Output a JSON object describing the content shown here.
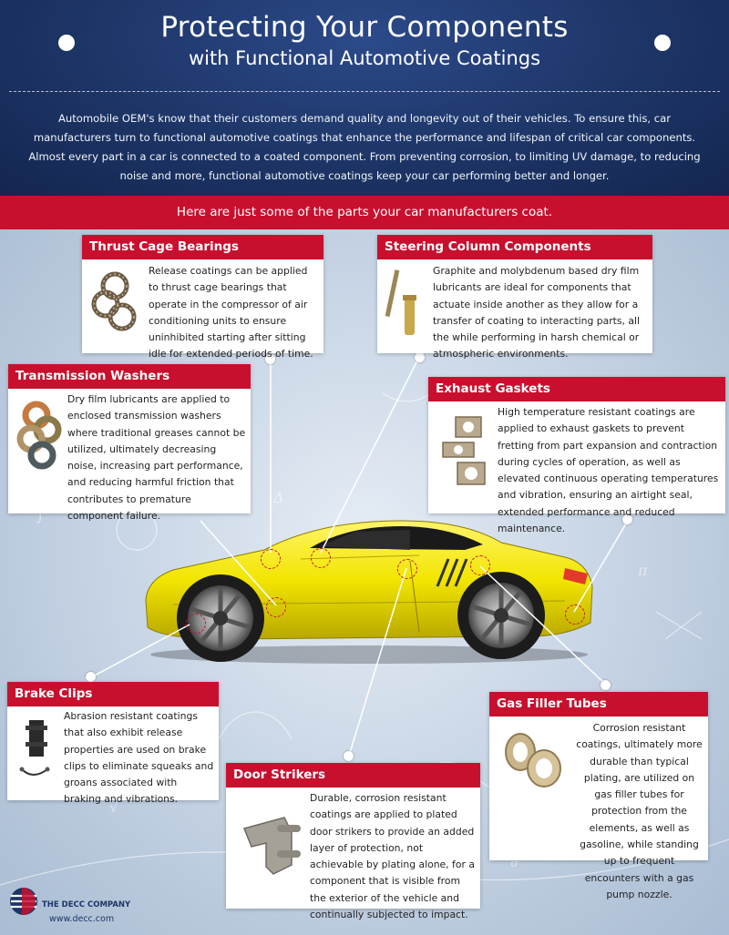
{
  "header": {
    "title_line1": "Protecting Your Components",
    "title_line2": "with Functional Automotive Coatings",
    "intro": "Automobile OEM's know that their customers demand quality and longevity out of their vehicles. To ensure this, car manufacturers turn to functional automotive coatings that enhance the performance and lifespan of critical car components. Almost every part in a car is connected to a coated component. From preventing corrosion, to limiting UV damage, to reducing noise and more, functional automotive coatings keep your car performing better and longer."
  },
  "banner": {
    "text": "Here are just some of the parts your car manufacturers coat."
  },
  "colors": {
    "navy": "#1d3566",
    "red": "#c8102e",
    "car_yellow": "#f2e500"
  },
  "parts": {
    "thrust": {
      "title": "Thrust Cage Bearings",
      "body": "Release coatings can be applied to thrust cage bearings that operate in the compressor of air conditioning units to ensure uninhibited starting after sitting idle for extended periods of time.",
      "icon": "thrust-bearing-icon"
    },
    "steering": {
      "title": "Steering Column Components",
      "body": "Graphite and molybdenum based dry film lubricants are ideal for components that actuate inside another as they allow for a transfer of coating to interacting parts, all the while performing in harsh chemical or atmospheric environments.",
      "icon": "steering-shaft-icon"
    },
    "washers": {
      "title": "Transmission Washers",
      "body": "Dry film lubricants are applied to enclosed transmission washers where traditional greases cannot be utilized, ultimately decreasing noise, increasing part performance, and reducing harmful friction that contributes to premature component failure.",
      "icon": "washers-icon"
    },
    "exhaust": {
      "title": "Exhaust Gaskets",
      "body": "High temperature resistant coatings are applied to exhaust gaskets to prevent fretting from part expansion and contraction during cycles of operation, as well as elevated continuous operating temperatures and vibration, ensuring an airtight seal, extended performance and reduced maintenance.",
      "icon": "gasket-icon"
    },
    "brake": {
      "title": "Brake Clips",
      "body": "Abrasion resistant coatings that also exhibit release properties are used on brake clips to eliminate squeaks and groans associated with braking and vibrations.",
      "icon": "brake-clip-icon"
    },
    "gasfiller": {
      "title": "Gas Filler Tubes",
      "body": "Corrosion resistant coatings, ultimately more durable than typical plating, are utilized on gas filler tubes for protection from the elements, as well as gasoline, while standing up to frequent encounters with a gas pump nozzle.",
      "icon": "filler-tube-icon"
    },
    "door": {
      "title": "Door Strikers",
      "body": "Durable, corrosion resistant coatings are applied to plated door strikers to provide an added layer of protection, not achievable by plating alone, for a component that is visible from the exterior of the vehicle and continually subjected to impact.",
      "icon": "door-striker-icon"
    }
  },
  "logo": {
    "name": "THE DECC COMPANY",
    "url": "www.decc.com"
  }
}
